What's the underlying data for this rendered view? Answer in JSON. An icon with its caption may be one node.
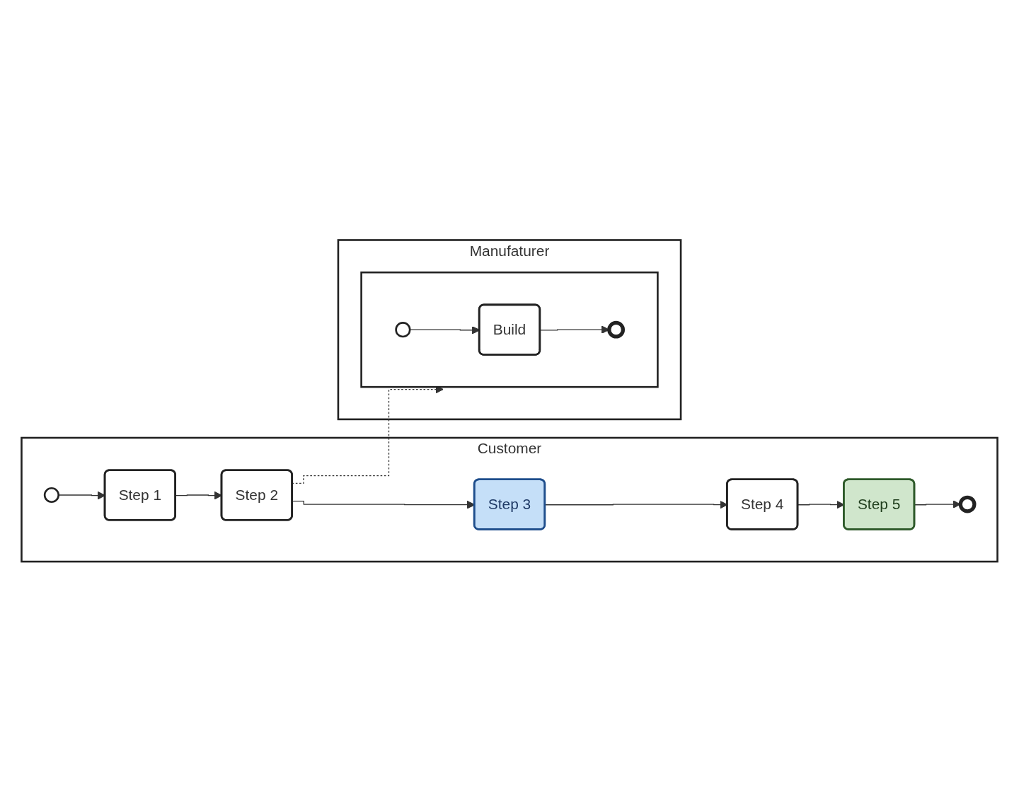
{
  "diagram": {
    "nodes": [
      {
        "text": [
          "Customer"
        ]
      },
      {
        "text": [],
        "shape": "circle",
        "in": 0
      },
      {
        "text": [
          "Step 1"
        ],
        "in": 0
      },
      {
        "text": [
          "Step 2"
        ],
        "in": 0
      },
      {
        "text": [
          "Step 3"
        ],
        "in": 0
      },
      {
        "text": [
          "Step 4"
        ],
        "in": 0
      },
      {
        "text": [
          "Step 5"
        ],
        "in": 0
      },
      {
        "text": [],
        "shape": "circle",
        "in": 0
      },
      {
        "text": [
          "Manufaturer"
        ]
      },
      {
        "text": [],
        "shape": "box",
        "in": 8
      },
      {
        "text": [],
        "shape": "circle",
        "in": 9
      },
      {
        "text": [
          "Build"
        ],
        "in": 9
      },
      {
        "text": [],
        "shape": "circle",
        "in": 9
      }
    ],
    "edges": [
      {
        "from": 1,
        "to": 2,
        "arrow": "to"
      },
      {
        "from": 2,
        "to": 3,
        "arrow": "to"
      },
      {
        "from": 3,
        "to": 4,
        "arrow": "to"
      },
      {
        "from": 4,
        "to": 5,
        "arrow": "to"
      },
      {
        "from": 5,
        "to": 6,
        "arrow": "to"
      },
      {
        "from": 6,
        "to": 7,
        "arrow": "to"
      },
      {
        "from": 3,
        "to": 9,
        "arrow": "to",
        "style": "dashed"
      },
      {
        "from": 10,
        "to": 11,
        "arrow": "to"
      },
      {
        "from": 11,
        "to": 12,
        "arrow": "to"
      }
    ]
  }
}
